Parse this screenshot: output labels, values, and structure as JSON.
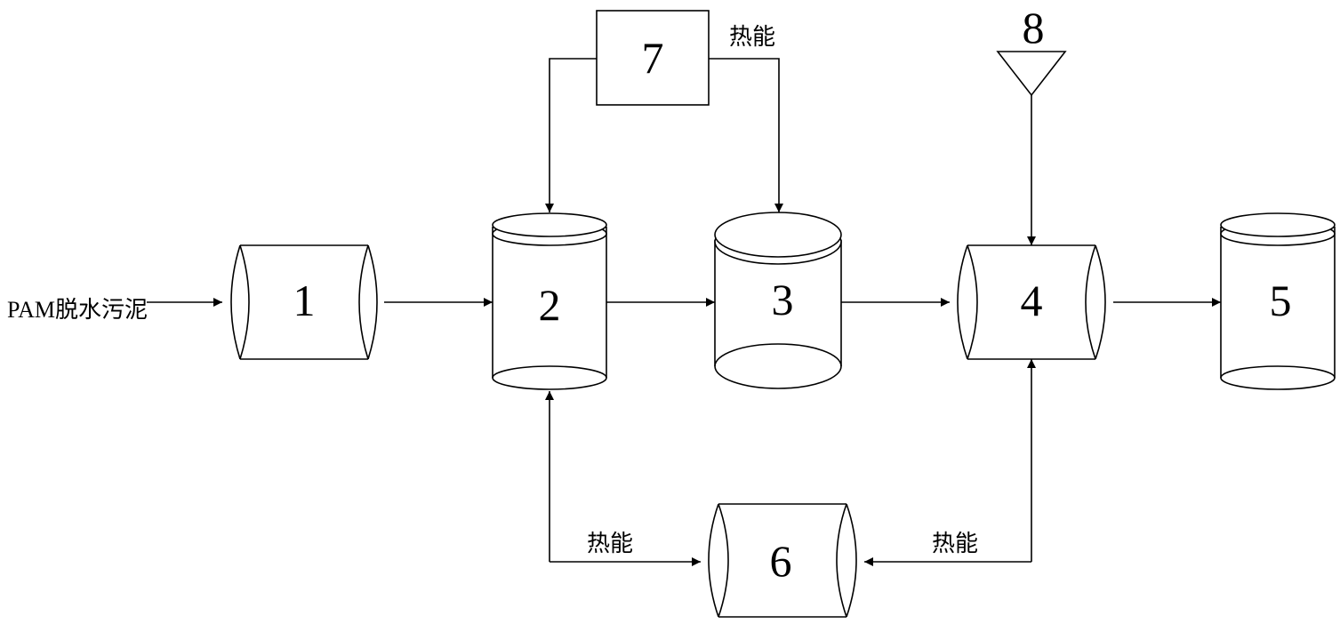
{
  "input_label": "PAM脱水污泥",
  "heat_label": "热能",
  "units": {
    "u1": "1",
    "u2": "2",
    "u3": "3",
    "u4": "4",
    "u5": "5",
    "u6": "6",
    "u7": "7",
    "u8": "8"
  }
}
